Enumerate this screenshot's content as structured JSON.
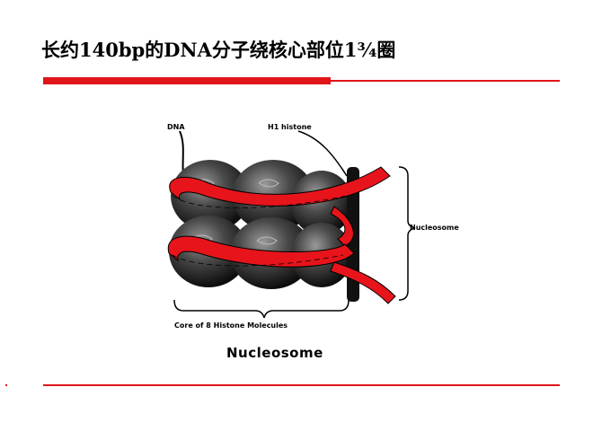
{
  "slide": {
    "title": "长约140bp的DNA分子绕核心部位1¾圈"
  },
  "diagram": {
    "labels": {
      "dna": "DNA",
      "h1": "H1 histone",
      "nucleosome_side": "Nucleosome",
      "core": "Core of 8 Histone Molecules"
    },
    "caption": "Nucleosome",
    "colors": {
      "dna": "#e8141b",
      "histone": "#2a2a2a",
      "accent_rule": "#e0151a"
    }
  }
}
